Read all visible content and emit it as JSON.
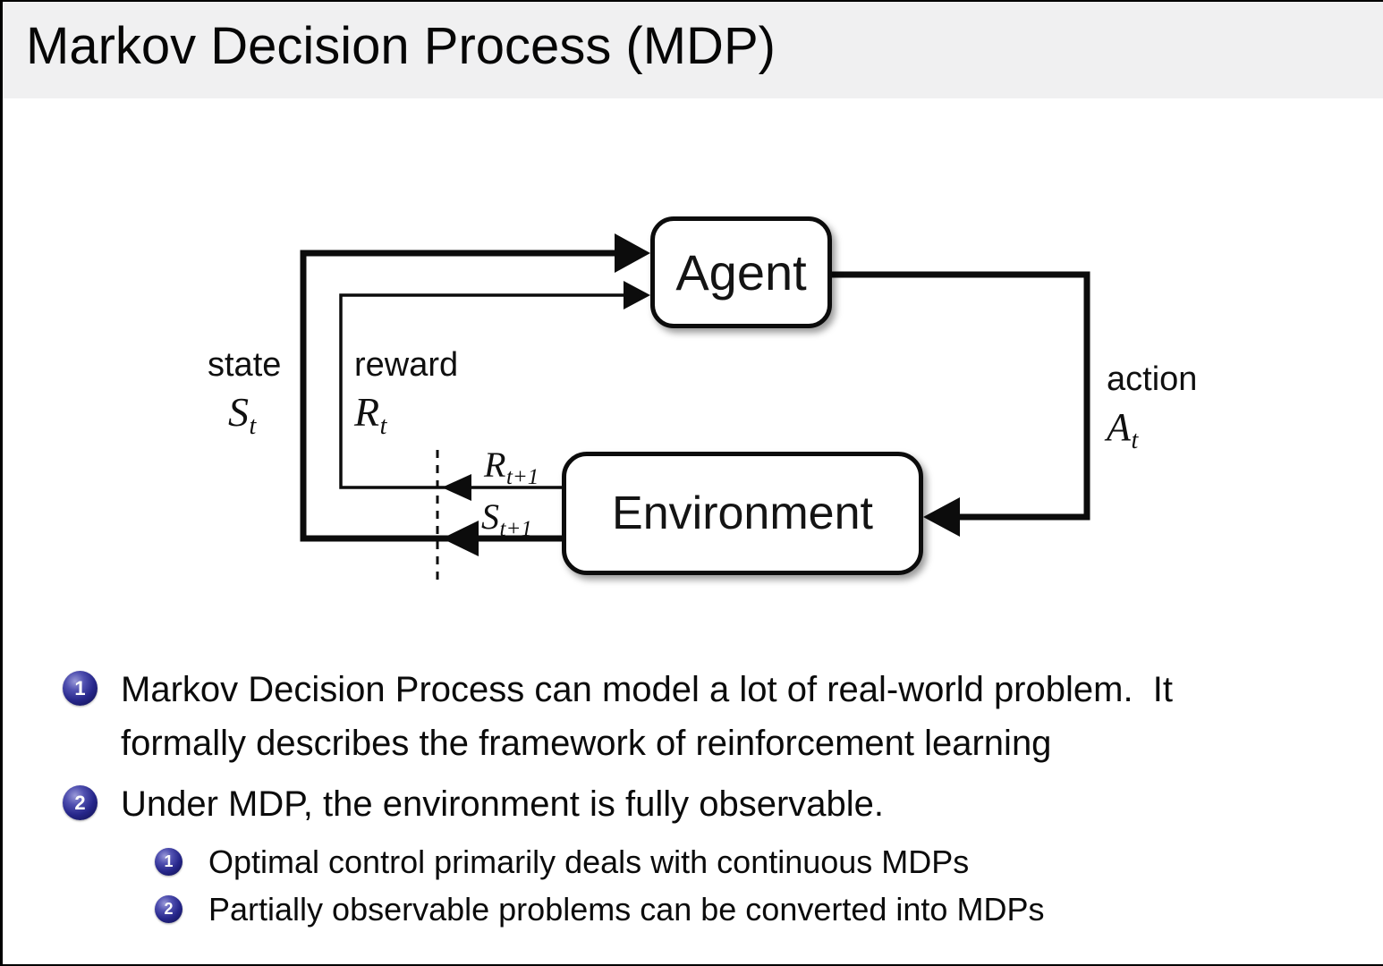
{
  "header": {
    "title": "Markov Decision Process (MDP)"
  },
  "diagram": {
    "agent_label": "Agent",
    "environment_label": "Environment",
    "state_label": "state",
    "state_symbol": "S",
    "state_sub": "t",
    "reward_label": "reward",
    "reward_symbol": "R",
    "reward_sub": "t",
    "action_label": "action",
    "action_symbol": "A",
    "action_sub": "t",
    "next_reward_symbol": "R",
    "next_reward_sub": "t+1",
    "next_state_symbol": "S",
    "next_state_sub": "t+1"
  },
  "bullets": {
    "items": [
      {
        "number": "1",
        "lines": [
          "Markov Decision Process can model a lot of real-world problem.  It",
          "formally describes the framework of reinforcement learning"
        ]
      },
      {
        "number": "2",
        "lines": [
          "Under MDP, the environment is fully observable."
        ]
      }
    ],
    "subitems": [
      {
        "number": "1",
        "label": "Optimal control primarily deals with continuous MDPs"
      },
      {
        "number": "2",
        "label": "Partially observable problems can be converted into MDPs"
      }
    ]
  },
  "colors": {
    "header_bg": "#f0f0f1",
    "badge_blue": "#26268a",
    "ink": "#0a0a0a"
  }
}
